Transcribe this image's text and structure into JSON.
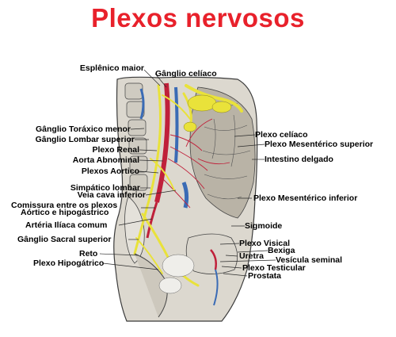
{
  "title": "Plexos nervosos",
  "colors": {
    "title": "#e8212b",
    "bone": "#d8d6cf",
    "tissue": "#c9c4b8",
    "nerve": "#e9e23a",
    "artery": "#c0203a",
    "vein": "#3a6bb5",
    "outline": "#3b3b3b"
  },
  "labels": {
    "esplenico_maior": "Esplênico maior",
    "ganglio_celiaco": "Gânglio celíaco",
    "ganglio_toracico_menor": "Gânglio Toráxico  menor",
    "ganglio_lombar_superior": "Gânglio Lombar superior",
    "plexo_renal": "Plexo Renal",
    "aorta_abnominal": "Aorta Abnominal",
    "plexos_aortico": "Plexos Aortico",
    "simpatico_lombar": "Simpático lombar",
    "veia_cava_inferior": "Veia cava inferior",
    "comissura": "Comissura entre os plexos",
    "aortico_hipogastrico": "Aórtico e hipogástrico",
    "arteria_iliaca_comum": "Artéria Ilíaca comum",
    "ganglio_sacral_superior": "Gânglio Sacral superior",
    "reto": "Reto",
    "plexo_hipogatrico": "Plexo Hipogátrico",
    "plexo_celiaco": "Plexo celíaco",
    "plexo_mesenterico_superior": "Plexo Mesentérico superior",
    "intestino_delgado": "Intestino delgado",
    "plexo_mesenterico_inferior": "Plexo Mesentérico inferior",
    "sigmoide": "Sigmoide",
    "plexo_visical": "Plexo Visical",
    "bexiga": "Bexiga",
    "uretra": "Uretra",
    "vesicula_seminal": "Vesícula seminal",
    "plexo_testicular": "Plexo Testicular",
    "prostata": "Prostata"
  }
}
